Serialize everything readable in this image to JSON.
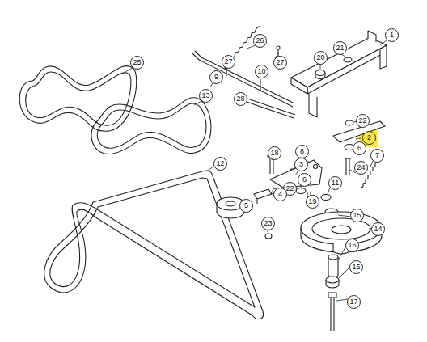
{
  "diagram": {
    "labels": [
      "1",
      "21",
      "20",
      "26",
      "27",
      "27",
      "10",
      "9",
      "25",
      "13",
      "28",
      "22",
      "2",
      "18",
      "8",
      "3",
      "6",
      "24",
      "7",
      "22",
      "6",
      "11",
      "4",
      "19",
      "15",
      "5",
      "14",
      "23",
      "12",
      "16",
      "15",
      "17"
    ]
  }
}
